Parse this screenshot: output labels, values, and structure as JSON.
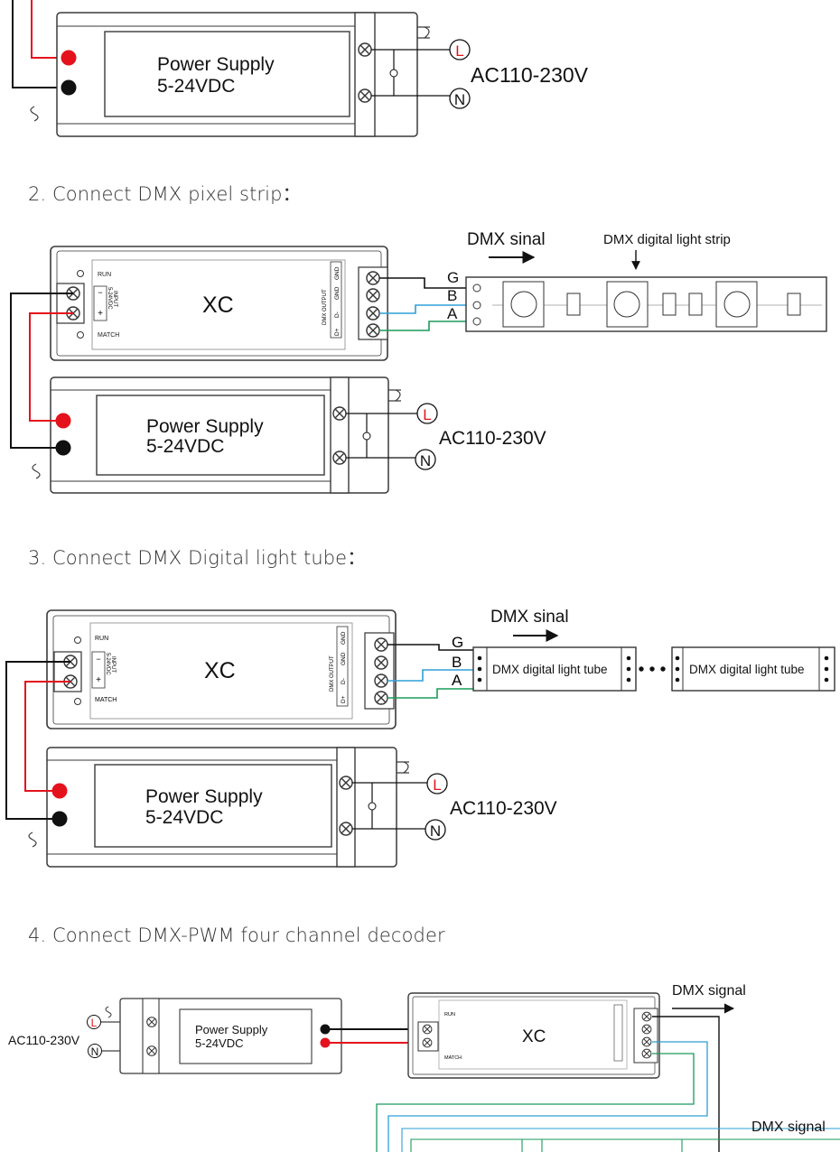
{
  "section2": {
    "heading": "2. Connect DMX pixel strip："
  },
  "section3": {
    "heading": "3. Connect DMX Digital light tube："
  },
  "section4": {
    "heading": "4. Connect DMX-PWM four channel decoder"
  },
  "power_supply": {
    "line1": "Power Supply",
    "line2": "5-24VDC"
  },
  "mains": {
    "voltage": "AC110-230V",
    "live": "L",
    "neutral": "N"
  },
  "controller": {
    "name": "XC",
    "run": "RUN",
    "match": "MATCH",
    "input_label": "INPUT",
    "input_voltage": "5-24VDC",
    "minus": "−",
    "plus": "+",
    "dmx_output": "DMX OUTPUT",
    "pins": [
      "GND",
      "GND",
      "D-",
      "D+"
    ]
  },
  "wires": {
    "g": "G",
    "b": "B",
    "a": "A"
  },
  "strip": {
    "signal": "DMX sinal",
    "title": "DMX digital light strip"
  },
  "tube": {
    "signal": "DMX sinal",
    "label1": "DMX digital light tube",
    "label2": "DMX digital light tube"
  },
  "decoder": {
    "signal1": "DMX signal",
    "signal2": "DMX signal"
  },
  "colors": {
    "red": "#e4121c",
    "green": "#1a9b5a",
    "blue": "#2e9fd8",
    "black": "#111111",
    "device": "#3a3a3a"
  }
}
